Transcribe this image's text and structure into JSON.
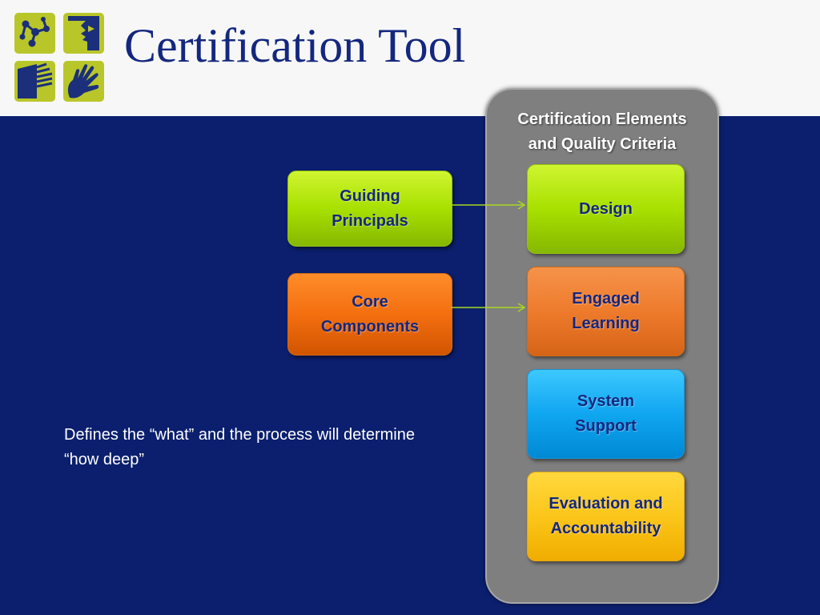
{
  "header": {
    "title": "Certification Tool",
    "logo_icons": [
      "network-icon",
      "face-icon",
      "book-icon",
      "hand-icon"
    ]
  },
  "panel": {
    "title": "Certification Elements\nand Quality Criteria",
    "items": [
      {
        "label": "Design"
      },
      {
        "label": "Engaged\nLearning"
      },
      {
        "label": "System\nSupport"
      },
      {
        "label": "Evaluation and\nAccountability"
      }
    ]
  },
  "inputs": [
    {
      "label": "Guiding\nPrincipals"
    },
    {
      "label": "Core\nComponents"
    }
  ],
  "note": "Defines the “what” and the process will determine “how deep”",
  "colors": {
    "background": "#0b1f6e",
    "header": "#f7f7f7",
    "title": "#14277f",
    "panel": "#7f7f7f",
    "green": "#a8e000",
    "orange": "#f36f10",
    "blue": "#10a6f0",
    "yellow": "#fbc61a",
    "logo_tile": "#b9c62a",
    "logo_icon": "#1b2f7a"
  }
}
